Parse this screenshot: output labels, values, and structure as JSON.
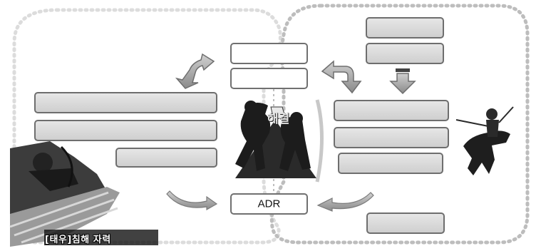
{
  "diagram": {
    "center_box_label": "ADR",
    "center_emblem_text": "해결",
    "bottom_left_caption": "[태우]침해 자력"
  }
}
